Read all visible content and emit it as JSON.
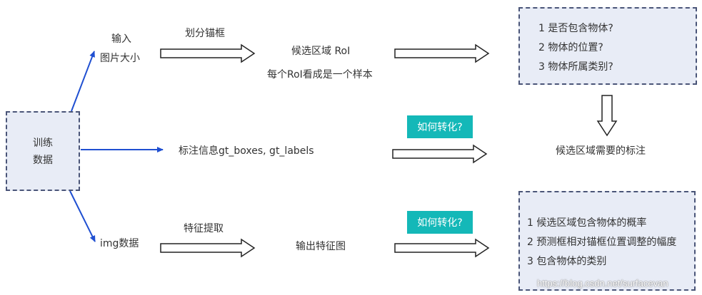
{
  "training": {
    "line1": "训练",
    "line2": "数据"
  },
  "branch_top": {
    "label_line1": "输入",
    "label_line2": "图片大小"
  },
  "branch_mid": {
    "label": "标注信息gt_boxes, gt_labels"
  },
  "branch_bottom": {
    "label": "img数据"
  },
  "step_anchor": {
    "label": "划分锚框"
  },
  "proposal": {
    "line1": "候选区域 RoI",
    "line2": "每个RoI看成是一个样本"
  },
  "step_feature": {
    "label": "特征提取"
  },
  "feature_output": {
    "label": "输出特征图"
  },
  "questions": {
    "items": [
      "1 是否包含物体?",
      "2 物体的位置?",
      "3 物体所属类别?"
    ]
  },
  "proposal_labels": {
    "label": "候选区域需要的标注"
  },
  "convert_badges": {
    "mid": "如何转化?",
    "bottom": "如何转化?"
  },
  "outputs": {
    "items": [
      "1 候选区域包含物体的概率",
      "2 预测框相对锚框位置调整的幅度",
      "3 包含物体的类别"
    ]
  },
  "watermark": {
    "text": "https://blog.csdn.net/surfacevan"
  },
  "colors": {
    "box_fill": "#e8ecf6",
    "box_border": "#4a5578",
    "blue_arrow": "#1f4fd1",
    "teal": "#14b8b8"
  }
}
